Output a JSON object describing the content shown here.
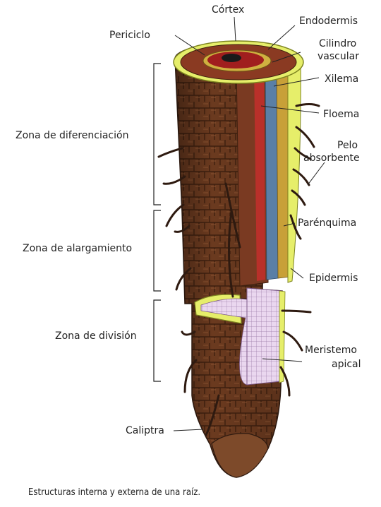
{
  "labels": {
    "cortex": "Córtex",
    "endodermis": "Endodermis",
    "periciclo": "Periciclo",
    "cilindro_1": "Cilindro",
    "cilindro_2": "vascular",
    "xilema": "Xilema",
    "floema": "Floema",
    "pelo_1": "Pelo",
    "pelo_2": "absorbente",
    "parenquima": "Parénquima",
    "epidermis": "Epidermis",
    "meristemo_1": "Meristemo",
    "meristemo_2": "apical",
    "caliptra": "Caliptra"
  },
  "zones": {
    "diferenciacion": "Zona de diferenciación",
    "alargamiento": "Zona de alargamiento",
    "division": "Zona de división"
  },
  "caption": "Estructuras interna y externa de una raíz.",
  "colors": {
    "bark": "#6b3a1f",
    "bark_dark": "#3f200f",
    "bark_light": "#8a5230",
    "epidermis": "#e6ee6a",
    "xylem": "#5a7fa6",
    "phloem": "#b9302a",
    "meristem": "#ead7ef",
    "hair": "#2e1a10"
  }
}
